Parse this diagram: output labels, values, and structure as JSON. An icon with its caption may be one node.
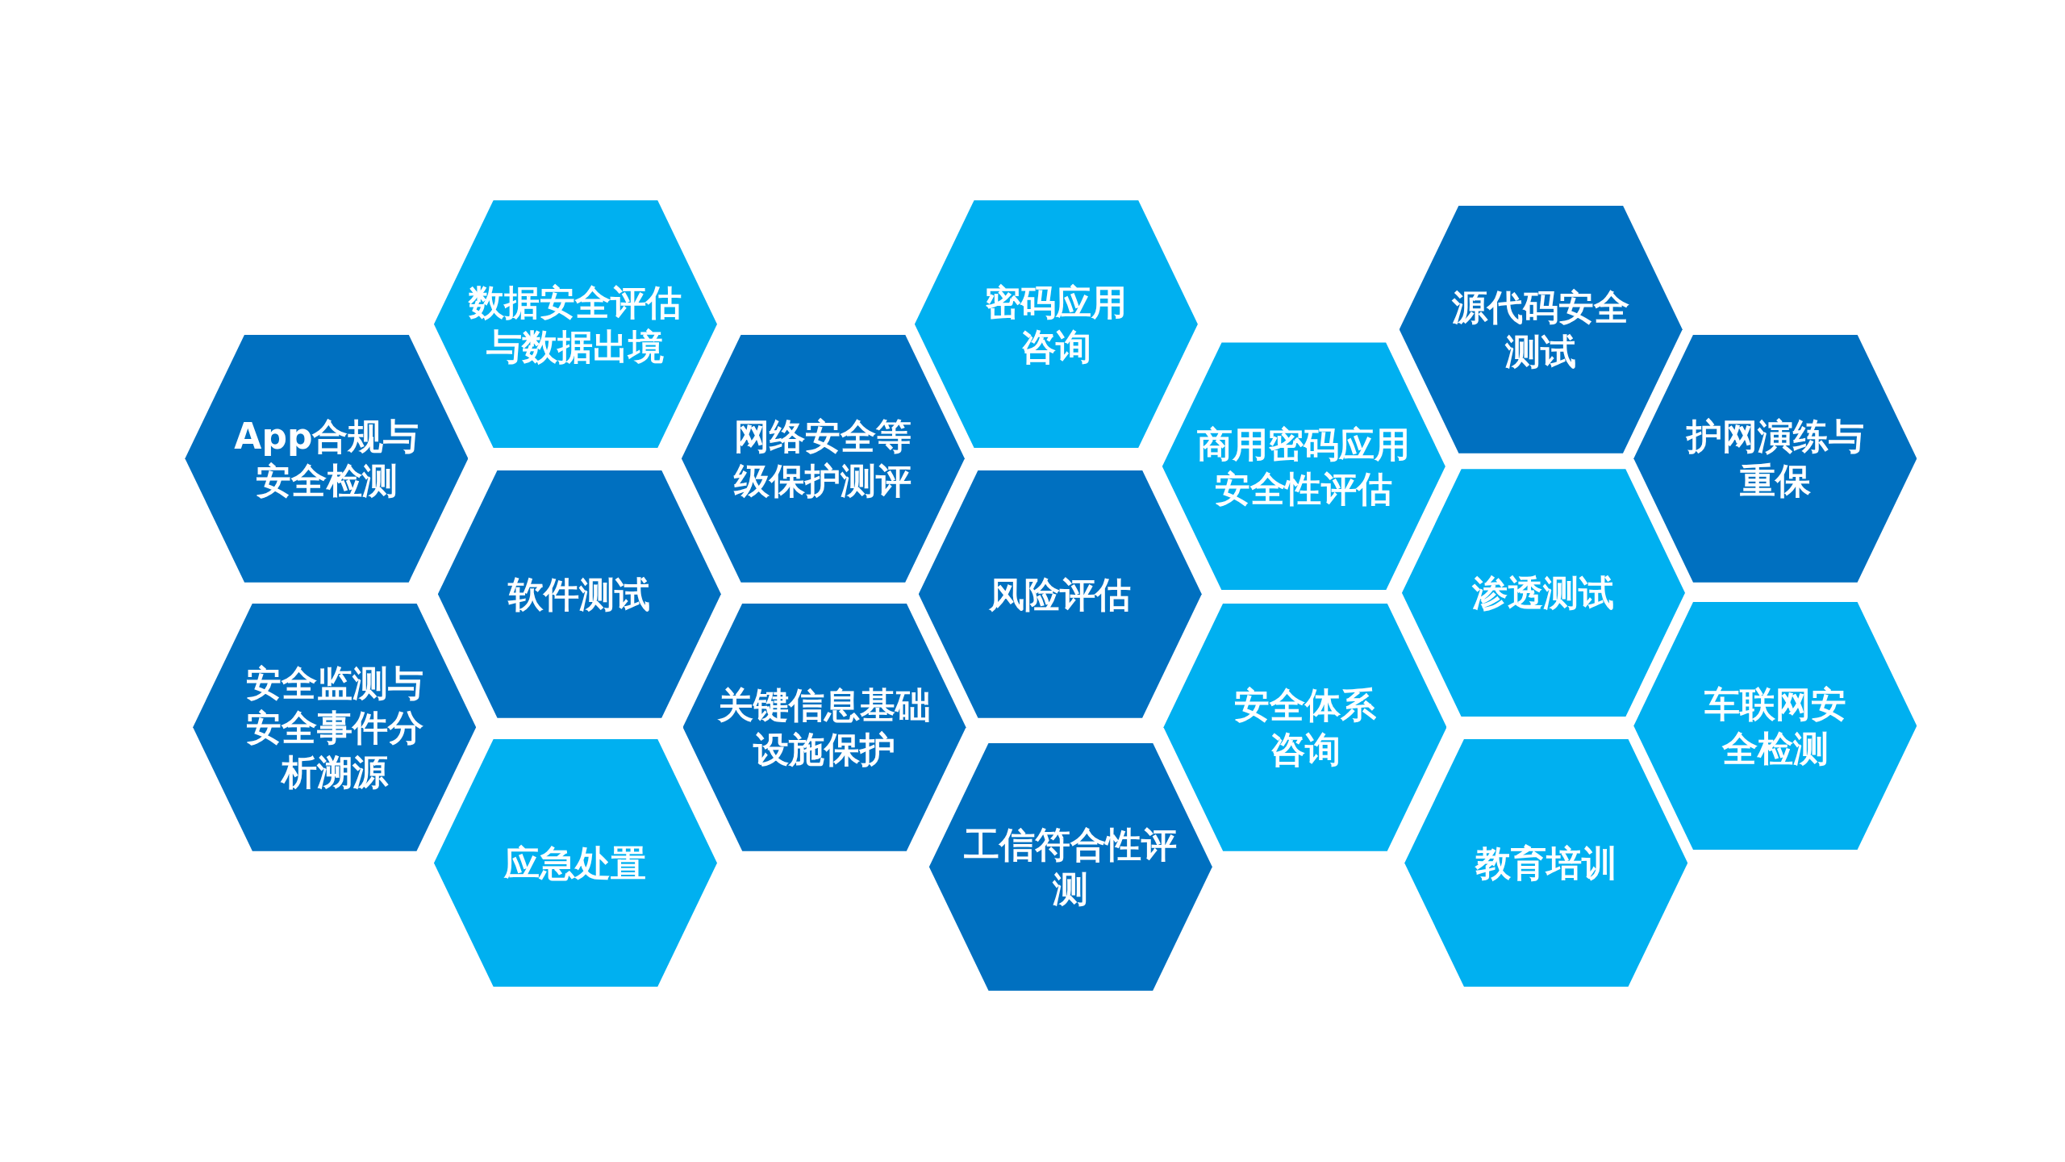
{
  "diagram": {
    "nodes": [
      {
        "text": [
          "数据安全评估与数据出境"
        ]
      },
      {
        "text": [
          "密码应用咨询"
        ]
      },
      {
        "text": [
          "源代码安全测试"
        ]
      },
      {
        "text": [
          "App合规与安全检测"
        ]
      },
      {
        "text": [
          "网络安全等级保护测评"
        ]
      },
      {
        "text": [
          "商用密码应用安全性评估"
        ]
      },
      {
        "text": [
          "护网演练与重保"
        ]
      },
      {
        "text": [
          "软件测试"
        ]
      },
      {
        "text": [
          "风险评估"
        ]
      },
      {
        "text": [
          "渗透测试"
        ]
      },
      {
        "text": [
          "安全监测与安全事件分析溯源"
        ]
      },
      {
        "text": [
          "关键信息基础设施保护"
        ]
      },
      {
        "text": [
          "安全体系咨询"
        ]
      },
      {
        "text": [
          "车联网安全检测"
        ]
      },
      {
        "text": [
          "应急处置"
        ]
      },
      {
        "text": [
          "工信符合性评测"
        ]
      },
      {
        "text": [
          "教育培训"
        ]
      }
    ]
  }
}
